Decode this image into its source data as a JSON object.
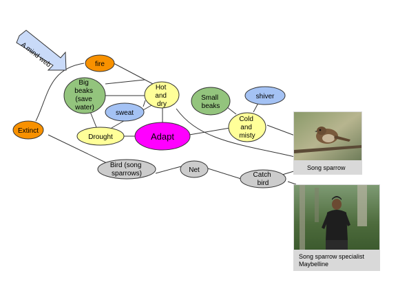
{
  "title_arrow": {
    "label": "A mind web"
  },
  "nodes": {
    "fire": "fire",
    "big_beaks": [
      "Big",
      "beaks",
      "(save",
      "water)"
    ],
    "hot_dry": [
      "Hot",
      "and",
      "dry"
    ],
    "sweat": "sweat",
    "drought": "Drought",
    "adapt": "Adapt",
    "extinct": "Extinct",
    "small_beaks": [
      "Small",
      "beaks"
    ],
    "shiver": "shiver",
    "cold_misty": [
      "Cold",
      "and",
      "misty"
    ],
    "bird": [
      "Bird (song",
      "sparrows)"
    ],
    "net": "Net",
    "catch_bird": [
      "Catch",
      "bird"
    ]
  },
  "colors": {
    "green": "#93c47d",
    "blue": "#a4c2f4",
    "orange": "#f89100",
    "yellow": "#ffff99",
    "magenta": "#ff00ff",
    "gray": "#cccccc",
    "arrow": "#c9daf8"
  },
  "photos": {
    "sparrow_caption": "Song sparrow",
    "specialist_caption": [
      "Song sparrow specialist",
      "Maybelline"
    ]
  }
}
